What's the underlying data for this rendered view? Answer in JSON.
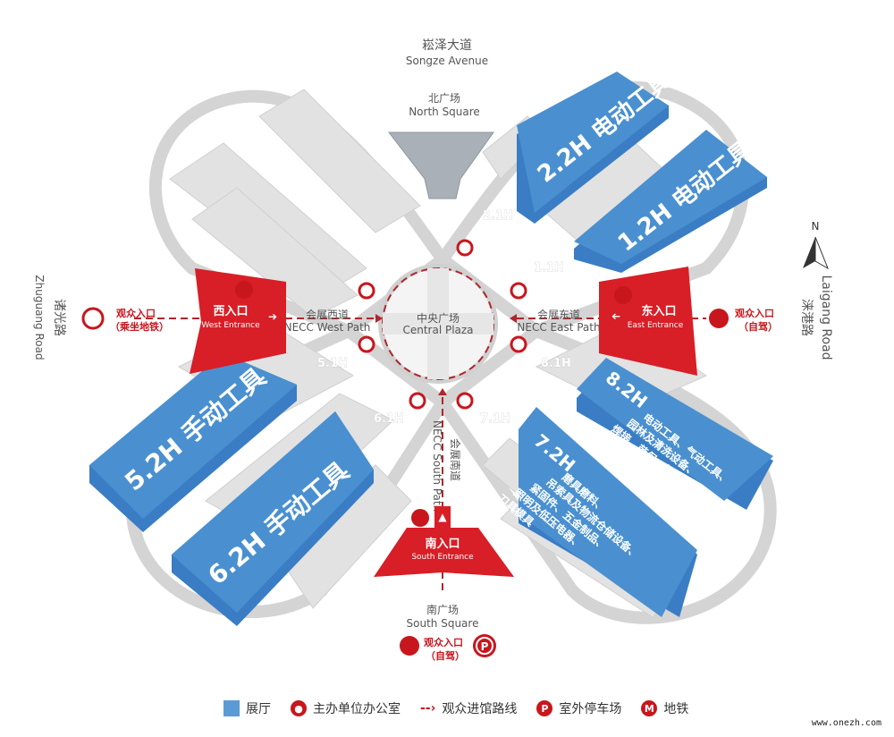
{
  "roads": {
    "north": {
      "zh": "崧泽大道",
      "en": "Songze Avenue"
    },
    "west": {
      "zh": "诸光路",
      "en": "Zhuguang Road"
    },
    "east": {
      "zh": "涞港路",
      "en": "Laigang Road"
    }
  },
  "squares": {
    "north": {
      "zh": "北广场",
      "en": "North Square"
    },
    "central": {
      "zh": "中央广场",
      "en": "Central Plaza"
    },
    "south": {
      "zh": "南广场",
      "en": "South Square"
    }
  },
  "paths": {
    "west": {
      "zh": "会展西道",
      "en": "NECC West Path"
    },
    "east": {
      "zh": "会展东道",
      "en": "NECC East Path"
    },
    "south": {
      "zh": "会展南道",
      "en": "NECC South Path"
    }
  },
  "entrances": {
    "west": {
      "zh": "西入口",
      "en": "West Entrance"
    },
    "east": {
      "zh": "东入口",
      "en": "East Entrance"
    },
    "south": {
      "zh": "南入口",
      "en": "South Entrance"
    }
  },
  "visitor_entries": {
    "west": {
      "title": "观众入口",
      "sub": "（乘坐地铁）"
    },
    "east": {
      "title": "观众入口",
      "sub": "（自驾）"
    },
    "south": {
      "title": "观众入口",
      "sub": "（自驾）"
    }
  },
  "halls_plain": [
    "2.1H",
    "1.1H",
    "5.1H",
    "8.1H",
    "6.1H",
    "7.1H"
  ],
  "halls": {
    "h22": {
      "num": "2.2H",
      "name": "电动工具"
    },
    "h12": {
      "num": "1.2H",
      "name": "电动工具"
    },
    "h52": {
      "num": "5.2H",
      "name": "手动工具"
    },
    "h62": {
      "num": "6.2H",
      "name": "手动工具"
    },
    "h82": {
      "num": "8.2H",
      "lines": [
        "电动工具、气动工具、",
        "园林及清洗设备、",
        "焊接、劳保、机电设备"
      ]
    },
    "h72": {
      "num": "7.2H",
      "lines": [
        "磨具磨料、",
        "吊索具及物流仓储设备、",
        "紧固件、五金制品、",
        "照明及低压电器、",
        "刀具模具"
      ]
    }
  },
  "compass": "N",
  "legend": [
    {
      "icon": "hall-swatch",
      "label": "展厅"
    },
    {
      "icon": "office-icon",
      "label": "主办单位办公室"
    },
    {
      "icon": "route-arrow-icon",
      "label": "观众进馆路线"
    },
    {
      "icon": "parking-icon",
      "label": "室外停车场"
    },
    {
      "icon": "metro-icon",
      "label": "地铁"
    }
  ],
  "watermark": "www.onezh.com",
  "colors": {
    "hall": "#4a90d0",
    "accent": "#c8161d",
    "building": "#dcdcdc"
  }
}
